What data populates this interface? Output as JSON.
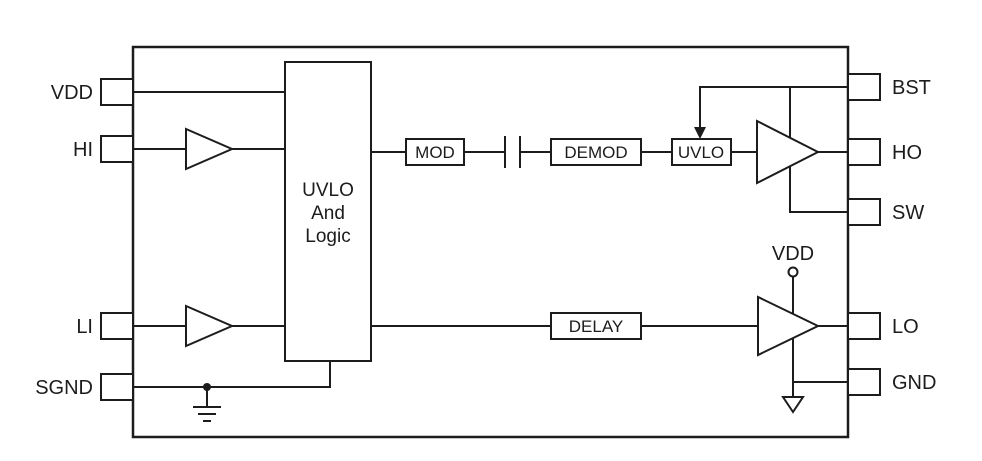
{
  "diagram": {
    "colors": {
      "stroke": "#1c1c1c",
      "background": "#ffffff"
    },
    "pins": {
      "left": [
        {
          "id": "vdd",
          "label": "VDD"
        },
        {
          "id": "hi",
          "label": "HI"
        },
        {
          "id": "li",
          "label": "LI"
        },
        {
          "id": "sgnd",
          "label": "SGND"
        }
      ],
      "right": [
        {
          "id": "bst",
          "label": "BST"
        },
        {
          "id": "ho",
          "label": "HO"
        },
        {
          "id": "sw",
          "label": "SW"
        },
        {
          "id": "lo",
          "label": "LO"
        },
        {
          "id": "gnd",
          "label": "GND"
        }
      ]
    },
    "blocks": {
      "logic": {
        "lines": [
          "UVLO",
          "And",
          "Logic"
        ]
      },
      "mod": {
        "label": "MOD"
      },
      "demod": {
        "label": "DEMOD"
      },
      "uvlo": {
        "label": "UVLO"
      },
      "delay": {
        "label": "DELAY"
      },
      "internal_vdd": {
        "label": "VDD"
      }
    }
  }
}
